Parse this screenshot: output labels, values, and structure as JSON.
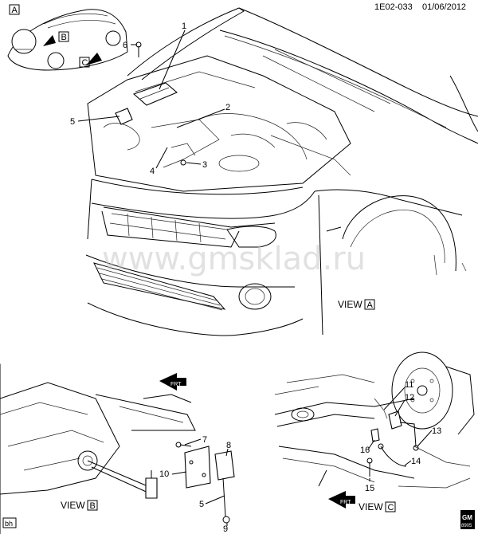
{
  "header": {
    "code": "1E02-033",
    "date": "01/06/2012"
  },
  "watermark": "www.gmsklad.ru",
  "view_markers": {
    "A": "A",
    "B": "B",
    "C": "C"
  },
  "views": {
    "A": {
      "prefix": "VIEW",
      "letter": "A"
    },
    "B": {
      "prefix": "VIEW",
      "letter": "B"
    },
    "C": {
      "prefix": "VIEW",
      "letter": "C"
    }
  },
  "callouts": {
    "c1": "1",
    "c2": "2",
    "c3": "3",
    "c4": "4",
    "c5": "5",
    "c6": "6",
    "c7": "7",
    "c8": "8",
    "c9": "9",
    "c10": "10",
    "c5b": "5",
    "c11": "11",
    "c12": "12",
    "c13": "13",
    "c14": "14",
    "c15": "15",
    "c16": "16"
  },
  "fwd_label": "FRT",
  "corner_tag": "bh",
  "logo": {
    "line1": "GM",
    "line2": "8905"
  },
  "colors": {
    "line": "#000000",
    "watermark": "#c9c9c9"
  }
}
